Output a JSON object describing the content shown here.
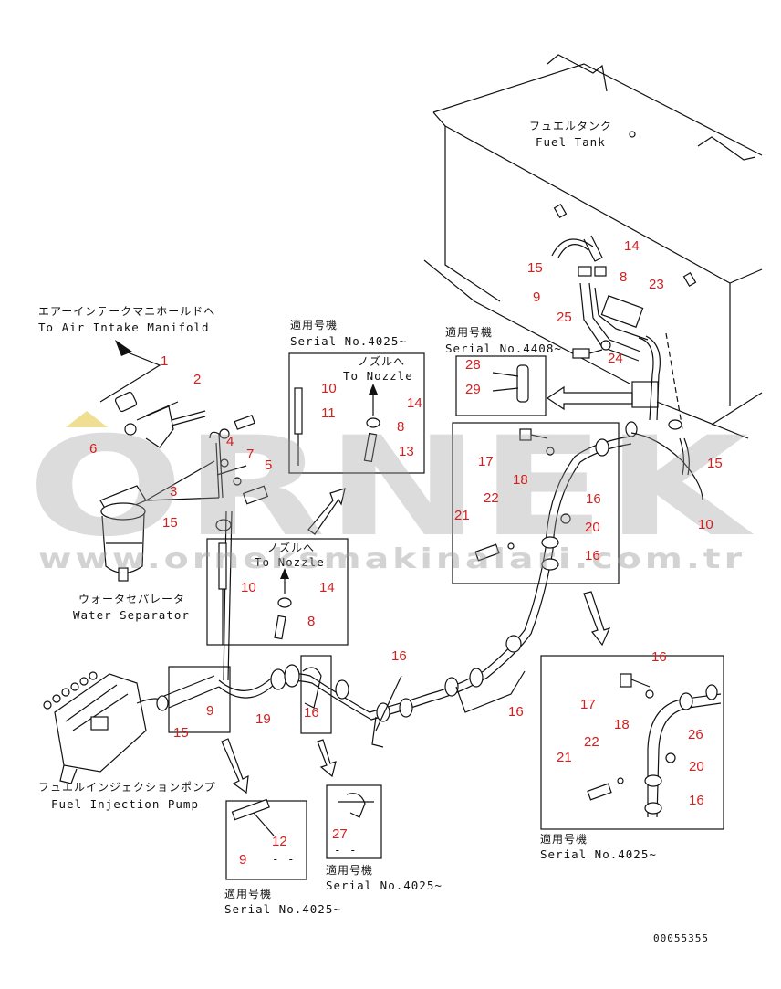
{
  "watermark": {
    "brand": "ORNEK",
    "url": "www.orneksmakinalari.com.tr"
  },
  "doc_code": "00055355",
  "labels": {
    "fuel_tank_jp": "フュエルタンク",
    "fuel_tank_en": "Fuel Tank",
    "air_intake_jp": "エアーインテークマニホールドへ",
    "air_intake_en": "To Air Intake Manifold",
    "water_sep_jp": "ウォータセパレータ",
    "water_sep_en": "Water Separator",
    "injection_jp": "フュエルインジェクションポンプ",
    "injection_en": "Fuel Injection Pump",
    "nozzle_jp_1": "ノズルへ",
    "nozzle_en_1": "To Nozzle",
    "nozzle_jp_2": "ノズルへ",
    "nozzle_en_2": "To Nozzle",
    "serial_jp_1": "適用号機",
    "serial_en_1": "Serial No.4025~",
    "serial_jp_2": "適用号機",
    "serial_en_2": "Serial No.4408~",
    "serial_jp_3": "適用号機",
    "serial_en_3": "Serial No.4025~",
    "serial_jp_4": "適用号機",
    "serial_en_4": "Serial No.4025~",
    "serial_jp_5": "適用号機",
    "serial_en_5": "Serial No.4025~",
    "dash_1": "- -",
    "dash_2": "- -"
  },
  "callouts": [
    "1",
    "2",
    "3",
    "4",
    "5",
    "6",
    "7",
    "15",
    "10",
    "11",
    "14",
    "8",
    "13",
    "10",
    "14",
    "8",
    "9",
    "15",
    "19",
    "16",
    "12",
    "9",
    "27",
    "16",
    "16",
    "14",
    "15",
    "8",
    "23",
    "9",
    "25",
    "24",
    "28",
    "29",
    "17",
    "18",
    "16",
    "21",
    "22",
    "20",
    "16",
    "15",
    "10",
    "16",
    "17",
    "18",
    "26",
    "22",
    "21",
    "20",
    "16"
  ]
}
